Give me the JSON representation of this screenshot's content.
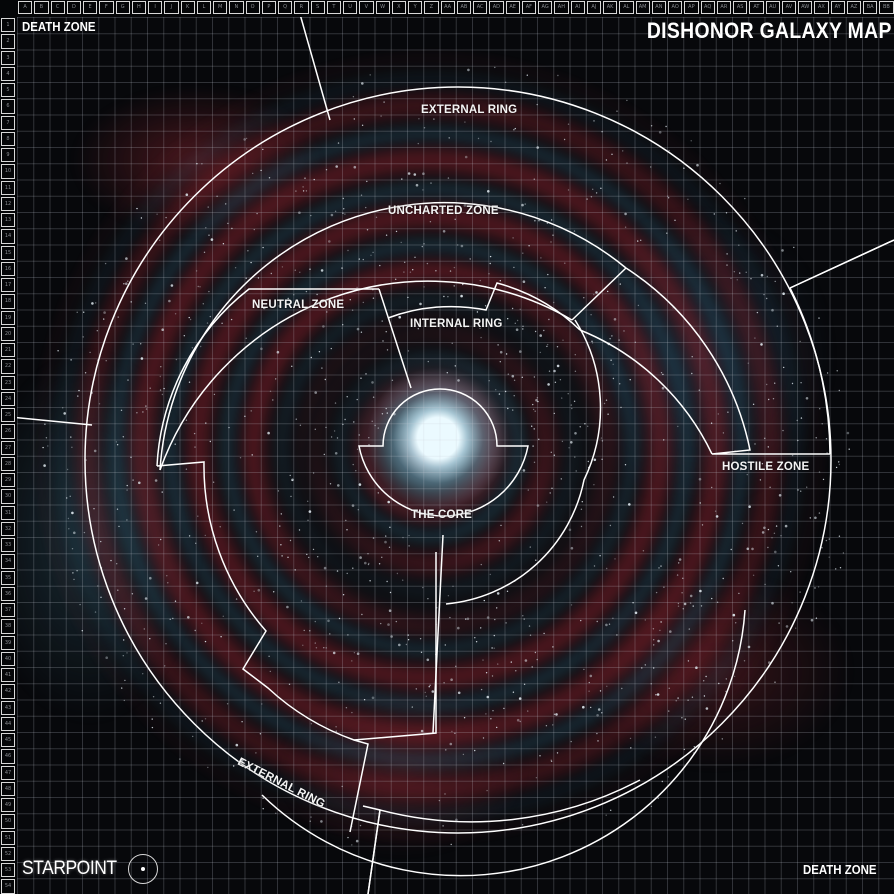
{
  "map": {
    "title": "DISHONOR GALAXY MAP",
    "brand": "STARPOINT",
    "brand_icon": "orbit-dot-icon",
    "grid": {
      "columns": [
        "A",
        "B",
        "C",
        "D",
        "E",
        "F",
        "G",
        "H",
        "I",
        "J",
        "K",
        "L",
        "M",
        "N",
        "O",
        "P",
        "Q",
        "R",
        "S",
        "T",
        "U",
        "V",
        "W",
        "X",
        "Y",
        "Z",
        "AA",
        "AB",
        "AC",
        "AD",
        "AE",
        "AF",
        "AG",
        "AH",
        "AI",
        "AJ",
        "AK",
        "AL",
        "AM",
        "AN",
        "AO",
        "AP",
        "AQ",
        "AR",
        "AS",
        "AT",
        "AU",
        "AV",
        "AW",
        "AX",
        "AY",
        "AZ",
        "BA",
        "BB"
      ],
      "rows": [
        "1",
        "2",
        "3",
        "4",
        "5",
        "6",
        "7",
        "8",
        "9",
        "10",
        "11",
        "12",
        "13",
        "14",
        "15",
        "16",
        "17",
        "18",
        "19",
        "20",
        "21",
        "22",
        "23",
        "24",
        "25",
        "26",
        "27",
        "28",
        "29",
        "30",
        "31",
        "32",
        "33",
        "34",
        "35",
        "36",
        "37",
        "38",
        "39",
        "40",
        "41",
        "42",
        "43",
        "44",
        "45",
        "46",
        "47",
        "48",
        "49",
        "50",
        "51",
        "52",
        "53",
        "54"
      ]
    },
    "zones": {
      "death_zone_top": "DEATH ZONE",
      "death_zone_bottom": "DEATH ZONE",
      "external_ring_top": "EXTERNAL RING",
      "external_ring_bottom": "EXTERNAL RING",
      "uncharted_zone": "UNCHARTED ZONE",
      "neutral_zone": "NEUTRAL ZONE",
      "internal_ring": "INTERNAL RING",
      "hostile_zone": "HOSTILE ZONE",
      "the_core": "THE CORE"
    },
    "colors": {
      "background": "#07080b",
      "boundary_line": "#ffffff",
      "grid_line": "#c8cdd7",
      "nebula_red": "#82232d",
      "nebula_blue": "#3c6e87",
      "core_glow": "#ebfaff"
    }
  }
}
